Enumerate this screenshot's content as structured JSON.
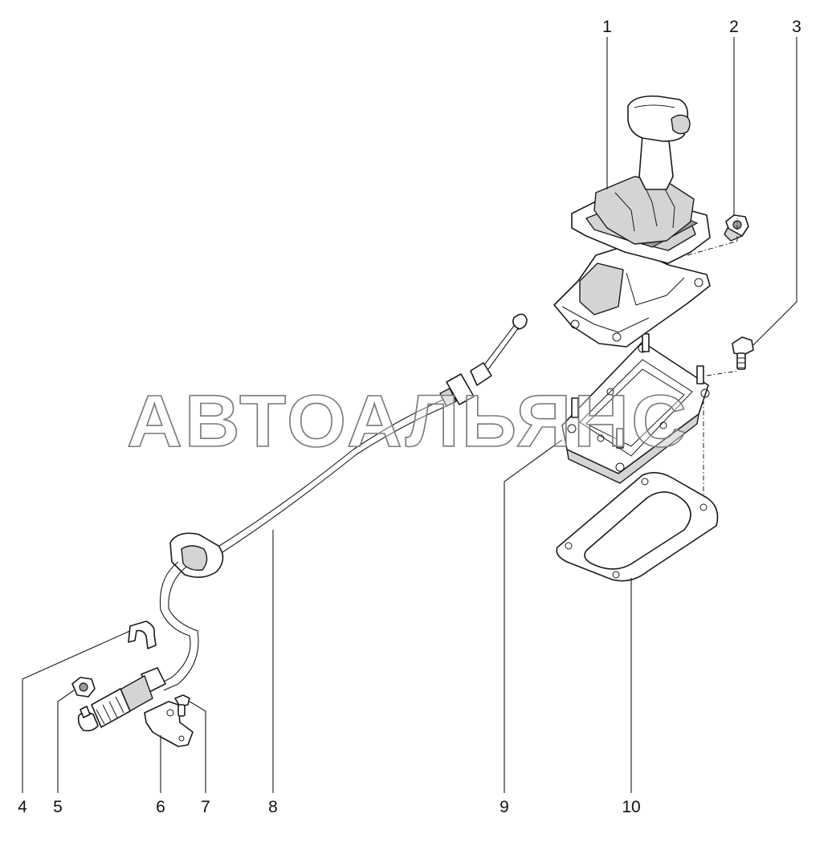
{
  "watermark": "АВТОАЛЬЯНС",
  "callouts": [
    "1",
    "2",
    "3",
    "4",
    "5",
    "6",
    "7",
    "8",
    "9",
    "10"
  ],
  "parts": [
    {
      "number": "1",
      "icon": "gear-shift-lever-assembly"
    },
    {
      "number": "2",
      "icon": "flange-nut"
    },
    {
      "number": "3",
      "icon": "flange-bolt"
    },
    {
      "number": "4",
      "icon": "retaining-clip"
    },
    {
      "number": "5",
      "icon": "flange-nut"
    },
    {
      "number": "6",
      "icon": "cable-bracket"
    },
    {
      "number": "7",
      "icon": "bolt"
    },
    {
      "number": "8",
      "icon": "gear-shift-cable"
    },
    {
      "number": "9",
      "icon": "mounting-plate-with-seal"
    },
    {
      "number": "10",
      "icon": "gasket"
    }
  ],
  "colors": {
    "line": "#1a1a1a",
    "background": "#ffffff",
    "watermark_outline": "#7a7a7a"
  }
}
